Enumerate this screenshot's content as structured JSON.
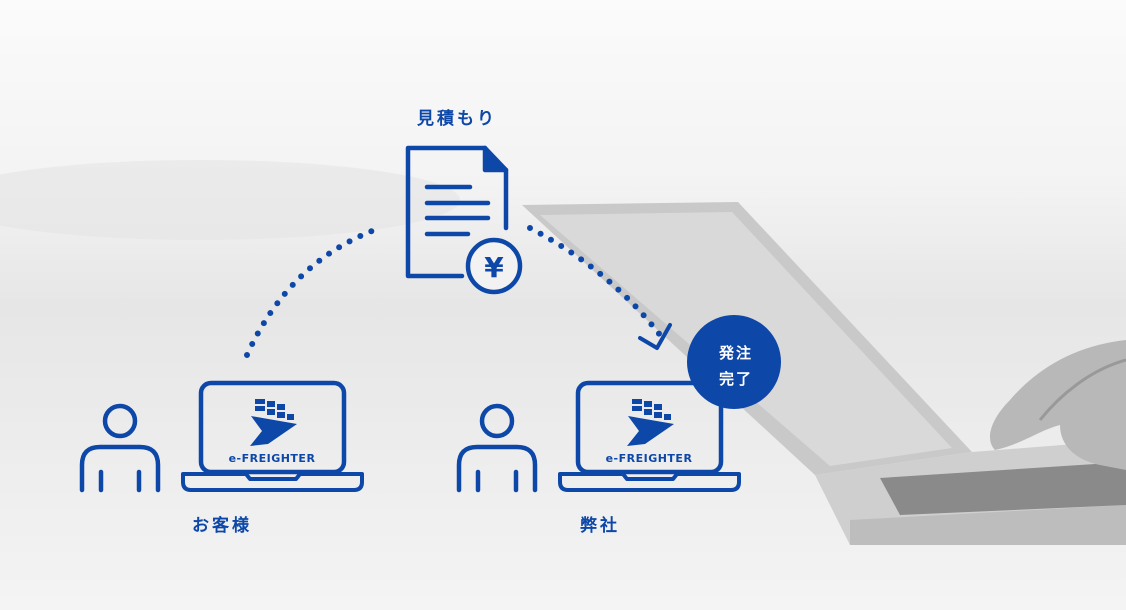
{
  "diagram": {
    "quote_label": "見積もり",
    "customer_label": "お客様",
    "company_label": "弊社",
    "badge_line1": "発注",
    "badge_line2": "完了",
    "brand_name": "e-FREIGHTER",
    "currency_symbol": "¥"
  },
  "colors": {
    "accent": "#0d47a8"
  }
}
